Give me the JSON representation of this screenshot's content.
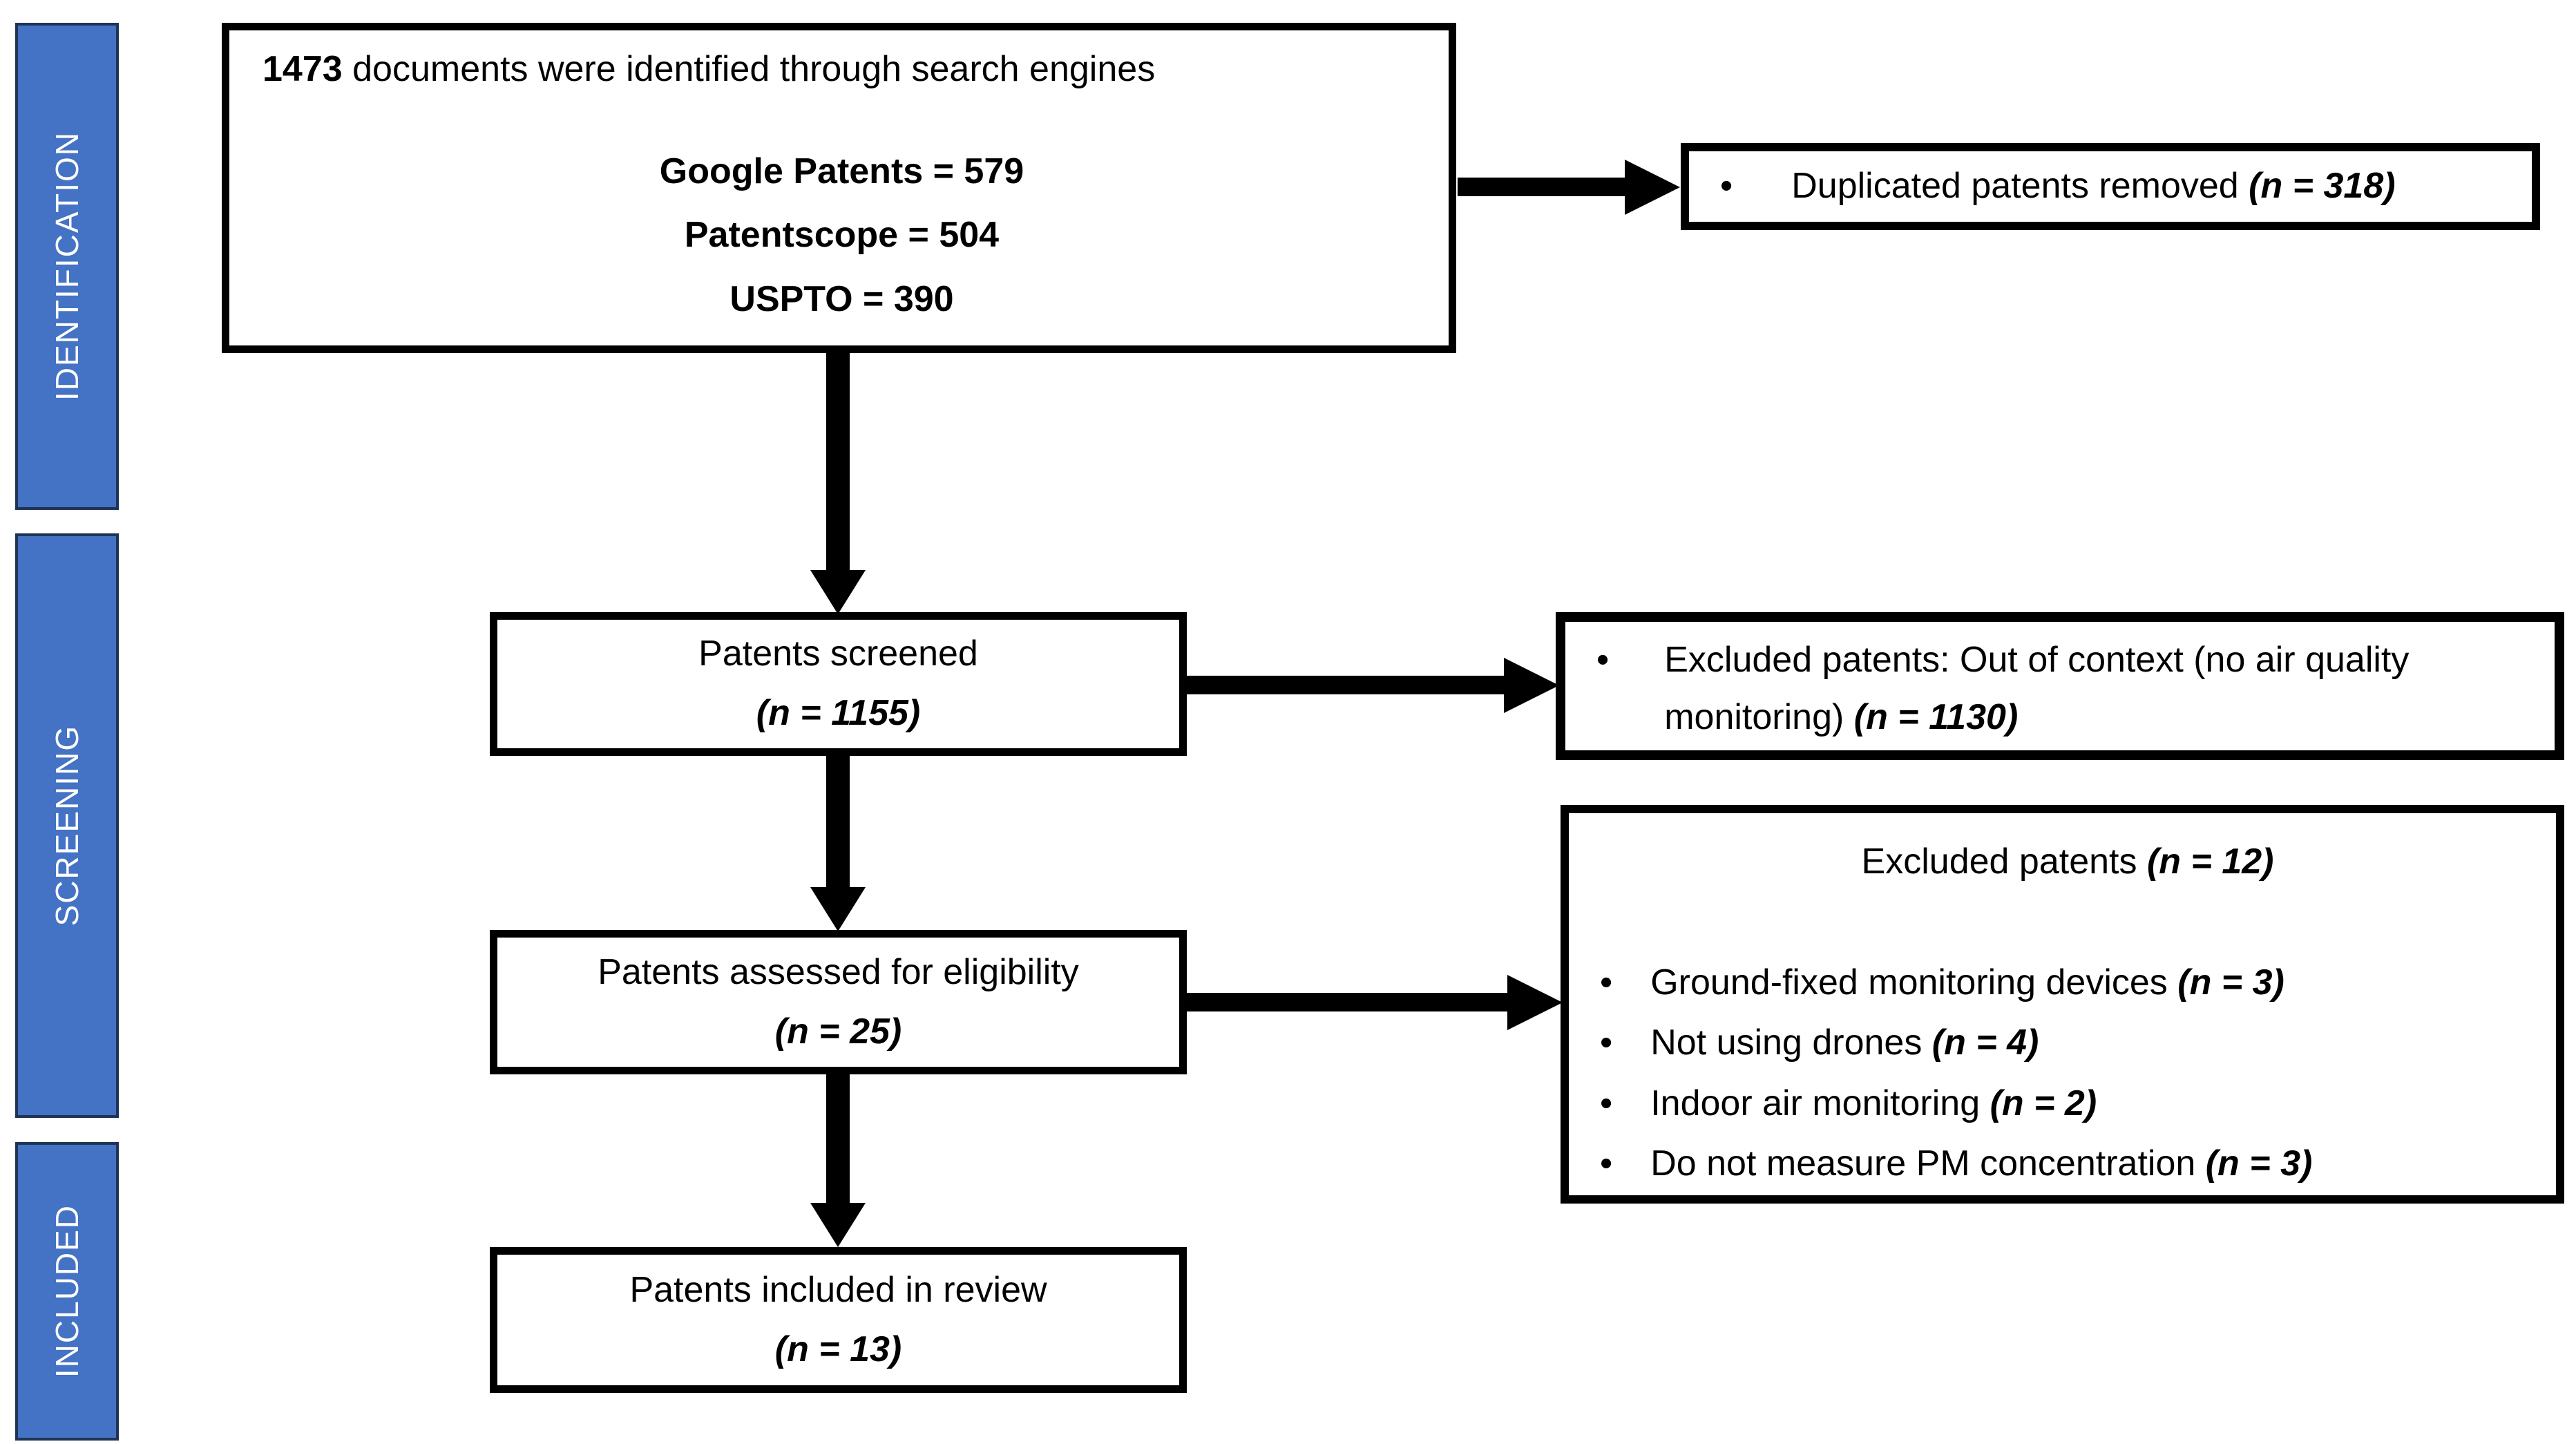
{
  "colors": {
    "stage_bar": "#4472C4",
    "stage_bar_border": "#1F3455",
    "box_border": "#000000",
    "arrow": "#000000",
    "stage_label_text": "#FFFFFF"
  },
  "bullet": "•",
  "sidebar": {
    "stages": [
      {
        "label": "IDENTIFICATION"
      },
      {
        "label": "SCREENING"
      },
      {
        "label": "INCLUDED"
      }
    ]
  },
  "flow": {
    "identified": {
      "count": "1473",
      "line1_rest": " documents were identified through search engines",
      "sources": [
        "Google Patents = 579",
        "Patentscope = 504",
        "USPTO = 390"
      ]
    },
    "duplicates_removed": {
      "text": "Duplicated patents removed ",
      "n": "(n = 318)"
    },
    "screened": {
      "title": "Patents screened",
      "n": "(n = 1155)"
    },
    "excluded_screening": {
      "text": "Excluded patents: Out of context (no air quality monitoring) ",
      "n": "(n = 1130)"
    },
    "assessed": {
      "title": "Patents assessed for eligibility",
      "n": "(n = 25)"
    },
    "excluded_eligibility": {
      "title": "Excluded patents ",
      "title_n": "(n = 12)",
      "items": [
        {
          "text": "Ground-fixed monitoring devices ",
          "n": "(n = 3)"
        },
        {
          "text": "Not using drones ",
          "n": "(n = 4)"
        },
        {
          "text": "Indoor air monitoring ",
          "n": "(n = 2)"
        },
        {
          "text": "Do not measure PM concentration ",
          "n": "(n = 3)"
        }
      ]
    },
    "included": {
      "title": "Patents included in review",
      "n": "(n = 13)"
    }
  }
}
